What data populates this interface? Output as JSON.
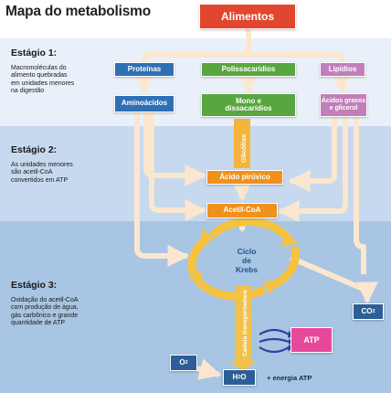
{
  "title": "Mapa do metabolismo",
  "stages": [
    {
      "heading": "Estágio 1:",
      "text": [
        "Macromoléculas do",
        "alimento quebradas",
        "em unidades menores",
        "na digestão"
      ]
    },
    {
      "heading": "Estágio 2:",
      "text": [
        "As unidades menores",
        "são acetil-CoA",
        "convertidos em ATP"
      ]
    },
    {
      "heading": "Estágio 3:",
      "text": [
        "Oxidação do acetil-CoA",
        "com produção de água,",
        "gás carbônico e grande",
        "quantidade de ATP"
      ]
    }
  ],
  "nodes": {
    "alimentos": "Alimentos",
    "proteinas": "Proteínas",
    "polissacaridios": "Polissacarídios",
    "lipidios": "Lipídios",
    "aminoacidos": "Aminoácidos",
    "mono": [
      "Mono e",
      "dissacarídios"
    ],
    "acidos": [
      "Ácidos graxos",
      "e glicerol"
    ],
    "piruvico": "Ácido pirúvico",
    "acetil": "Acetil-CoA",
    "krebs": [
      "Ciclo",
      "de",
      "Krebs"
    ],
    "co2": "CO",
    "co2_sub": "2",
    "atp": "ATP",
    "o2": "O",
    "o2_sub": "2",
    "h2o_a": "H",
    "h2o_sub": "2",
    "h2o_b": "O",
    "energia": "+ energia ATP"
  },
  "arrow_labels": {
    "glicolise": "Glicólise",
    "cadeia": "Cadeia transportadora"
  },
  "colors": {
    "blue": "#2f6fb5",
    "green": "#58a63f",
    "pink": "#c07fba",
    "orange": "#f0901d",
    "red": "#e2462e",
    "cycle": "#f5c242",
    "arrow_fill": "#fbe7cf"
  }
}
